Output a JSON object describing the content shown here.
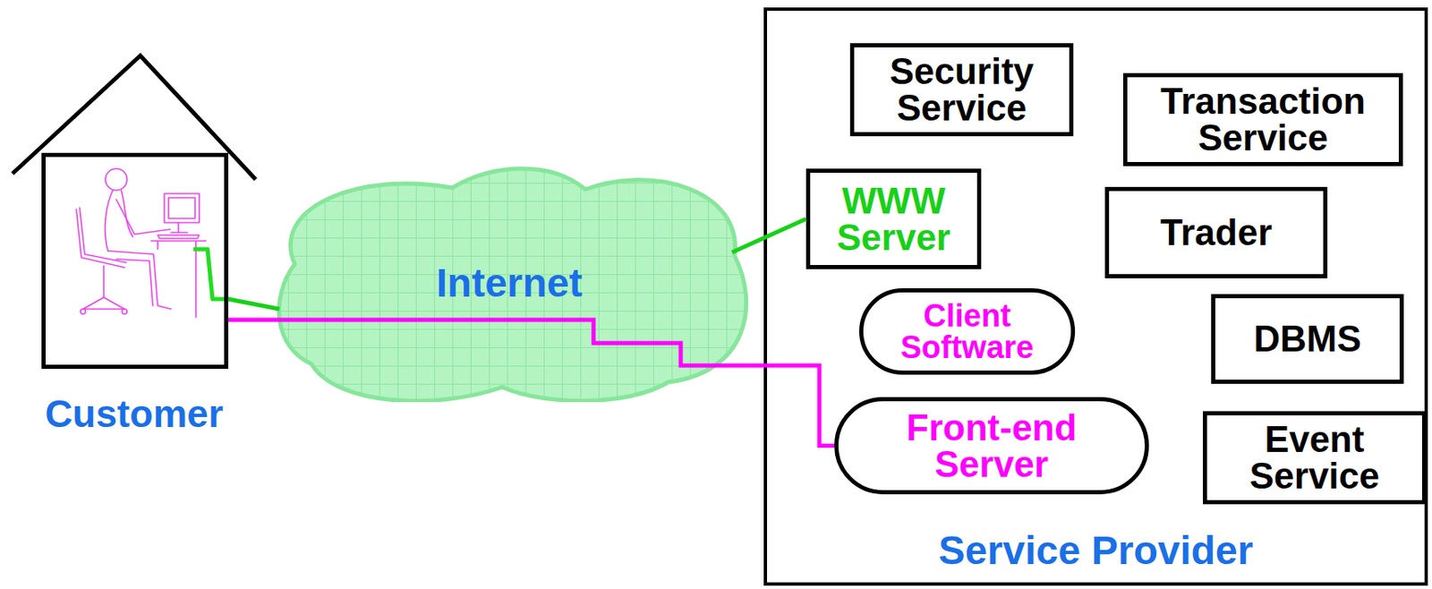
{
  "diagram": {
    "nodes": [
      {
        "text": [
          "Customer"
        ]
      },
      {
        "text": [
          "Internet"
        ]
      },
      {
        "text": [
          "Service Provider"
        ]
      },
      {
        "text": [
          "Security Service"
        ],
        "in": 2
      },
      {
        "text": [
          "Transaction Service"
        ],
        "in": 2
      },
      {
        "text": [
          "WWW Server"
        ],
        "in": 2
      },
      {
        "text": [
          "Trader"
        ],
        "in": 2
      },
      {
        "text": [
          "Client Software"
        ],
        "in": 2
      },
      {
        "text": [
          "DBMS"
        ],
        "in": 2
      },
      {
        "text": [
          "Front-end Server"
        ],
        "in": 2
      },
      {
        "text": [
          "Event Service"
        ],
        "in": 2
      }
    ],
    "edges": [
      {
        "from": 0,
        "to": 1,
        "arrow": "none"
      },
      {
        "from": 1,
        "to": 5,
        "arrow": "none"
      },
      {
        "from": 0,
        "to": 9,
        "arrow": "none"
      }
    ]
  }
}
